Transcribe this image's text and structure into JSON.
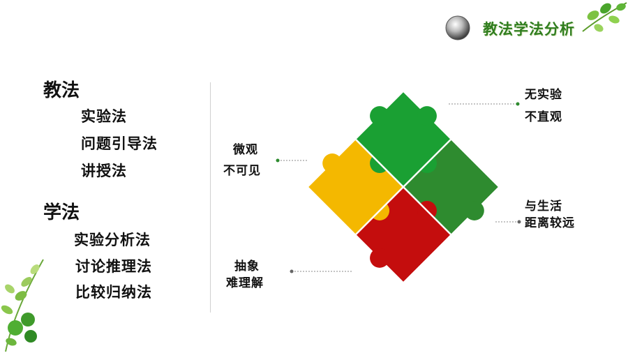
{
  "header": {
    "title": "教法学法分析"
  },
  "teaching": {
    "heading": "教法",
    "items": [
      "实验法",
      "问题引导法",
      "讲授法"
    ]
  },
  "learning": {
    "heading": "学法",
    "items": [
      "实验分析法",
      "讨论推理法",
      "比较归纳法"
    ]
  },
  "callouts": {
    "top_right": [
      "无实验",
      "不直观"
    ],
    "mid_right": [
      "与生活",
      "距离较远"
    ],
    "mid_left": [
      "微观",
      "不可见"
    ],
    "bottom_left": [
      "抽象",
      "难理解"
    ]
  },
  "colors": {
    "green": "#1aa033",
    "dark_green": "#2e8b2f",
    "yellow": "#f4b800",
    "red": "#c40d0d",
    "accent": "#2f7d1e"
  }
}
